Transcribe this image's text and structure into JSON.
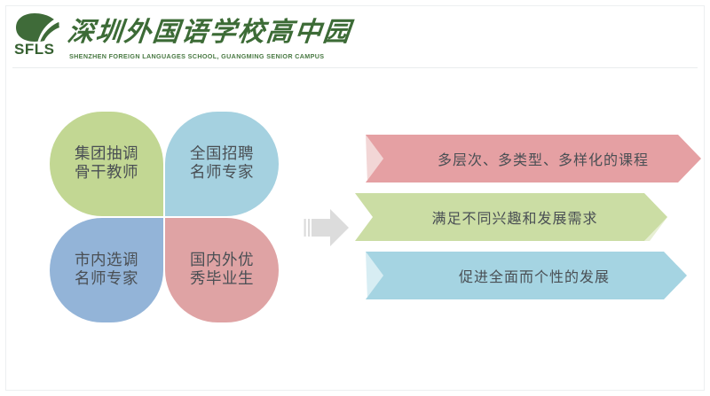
{
  "header": {
    "logo_initials": "SFLS",
    "logo_icon": "leaf-swoosh-logo",
    "title_cn": "深圳外国语学校高中园",
    "title_en": "SHENZHEN FOREIGN LANGUAGES SCHOOL, GUANGMING SENIOR CAMPUS",
    "brand_green": "#3c6b36"
  },
  "petals": {
    "items": [
      {
        "line1": "集团抽调",
        "line2": "骨干教师",
        "color": "#C2D793",
        "position": "top-left"
      },
      {
        "line1": "全国招聘",
        "line2": "名师专家",
        "color": "#A5D1E0",
        "position": "top-right"
      },
      {
        "line1": "市内选调",
        "line2": "名师专家",
        "color": "#93B4D8",
        "position": "bottom-left"
      },
      {
        "line1": "国内外优",
        "line2": "秀毕业生",
        "color": "#DFA3A4",
        "position": "bottom-right"
      }
    ]
  },
  "arrow": {
    "icon": "right-arrow-icon",
    "color": "#DCDCDC"
  },
  "chevrons": {
    "items": [
      {
        "label": "多层次、多类型、多样化的课程",
        "color": "#E5A0A3",
        "shadow": "#F2D6D6"
      },
      {
        "label": "满足不同兴趣和发展需求",
        "color": "#CBDDA4",
        "shadow": "#E7EFD3"
      },
      {
        "label": "促进全面而个性的发展",
        "color": "#A5D4E2",
        "shadow": "#D7EDF3"
      }
    ]
  }
}
